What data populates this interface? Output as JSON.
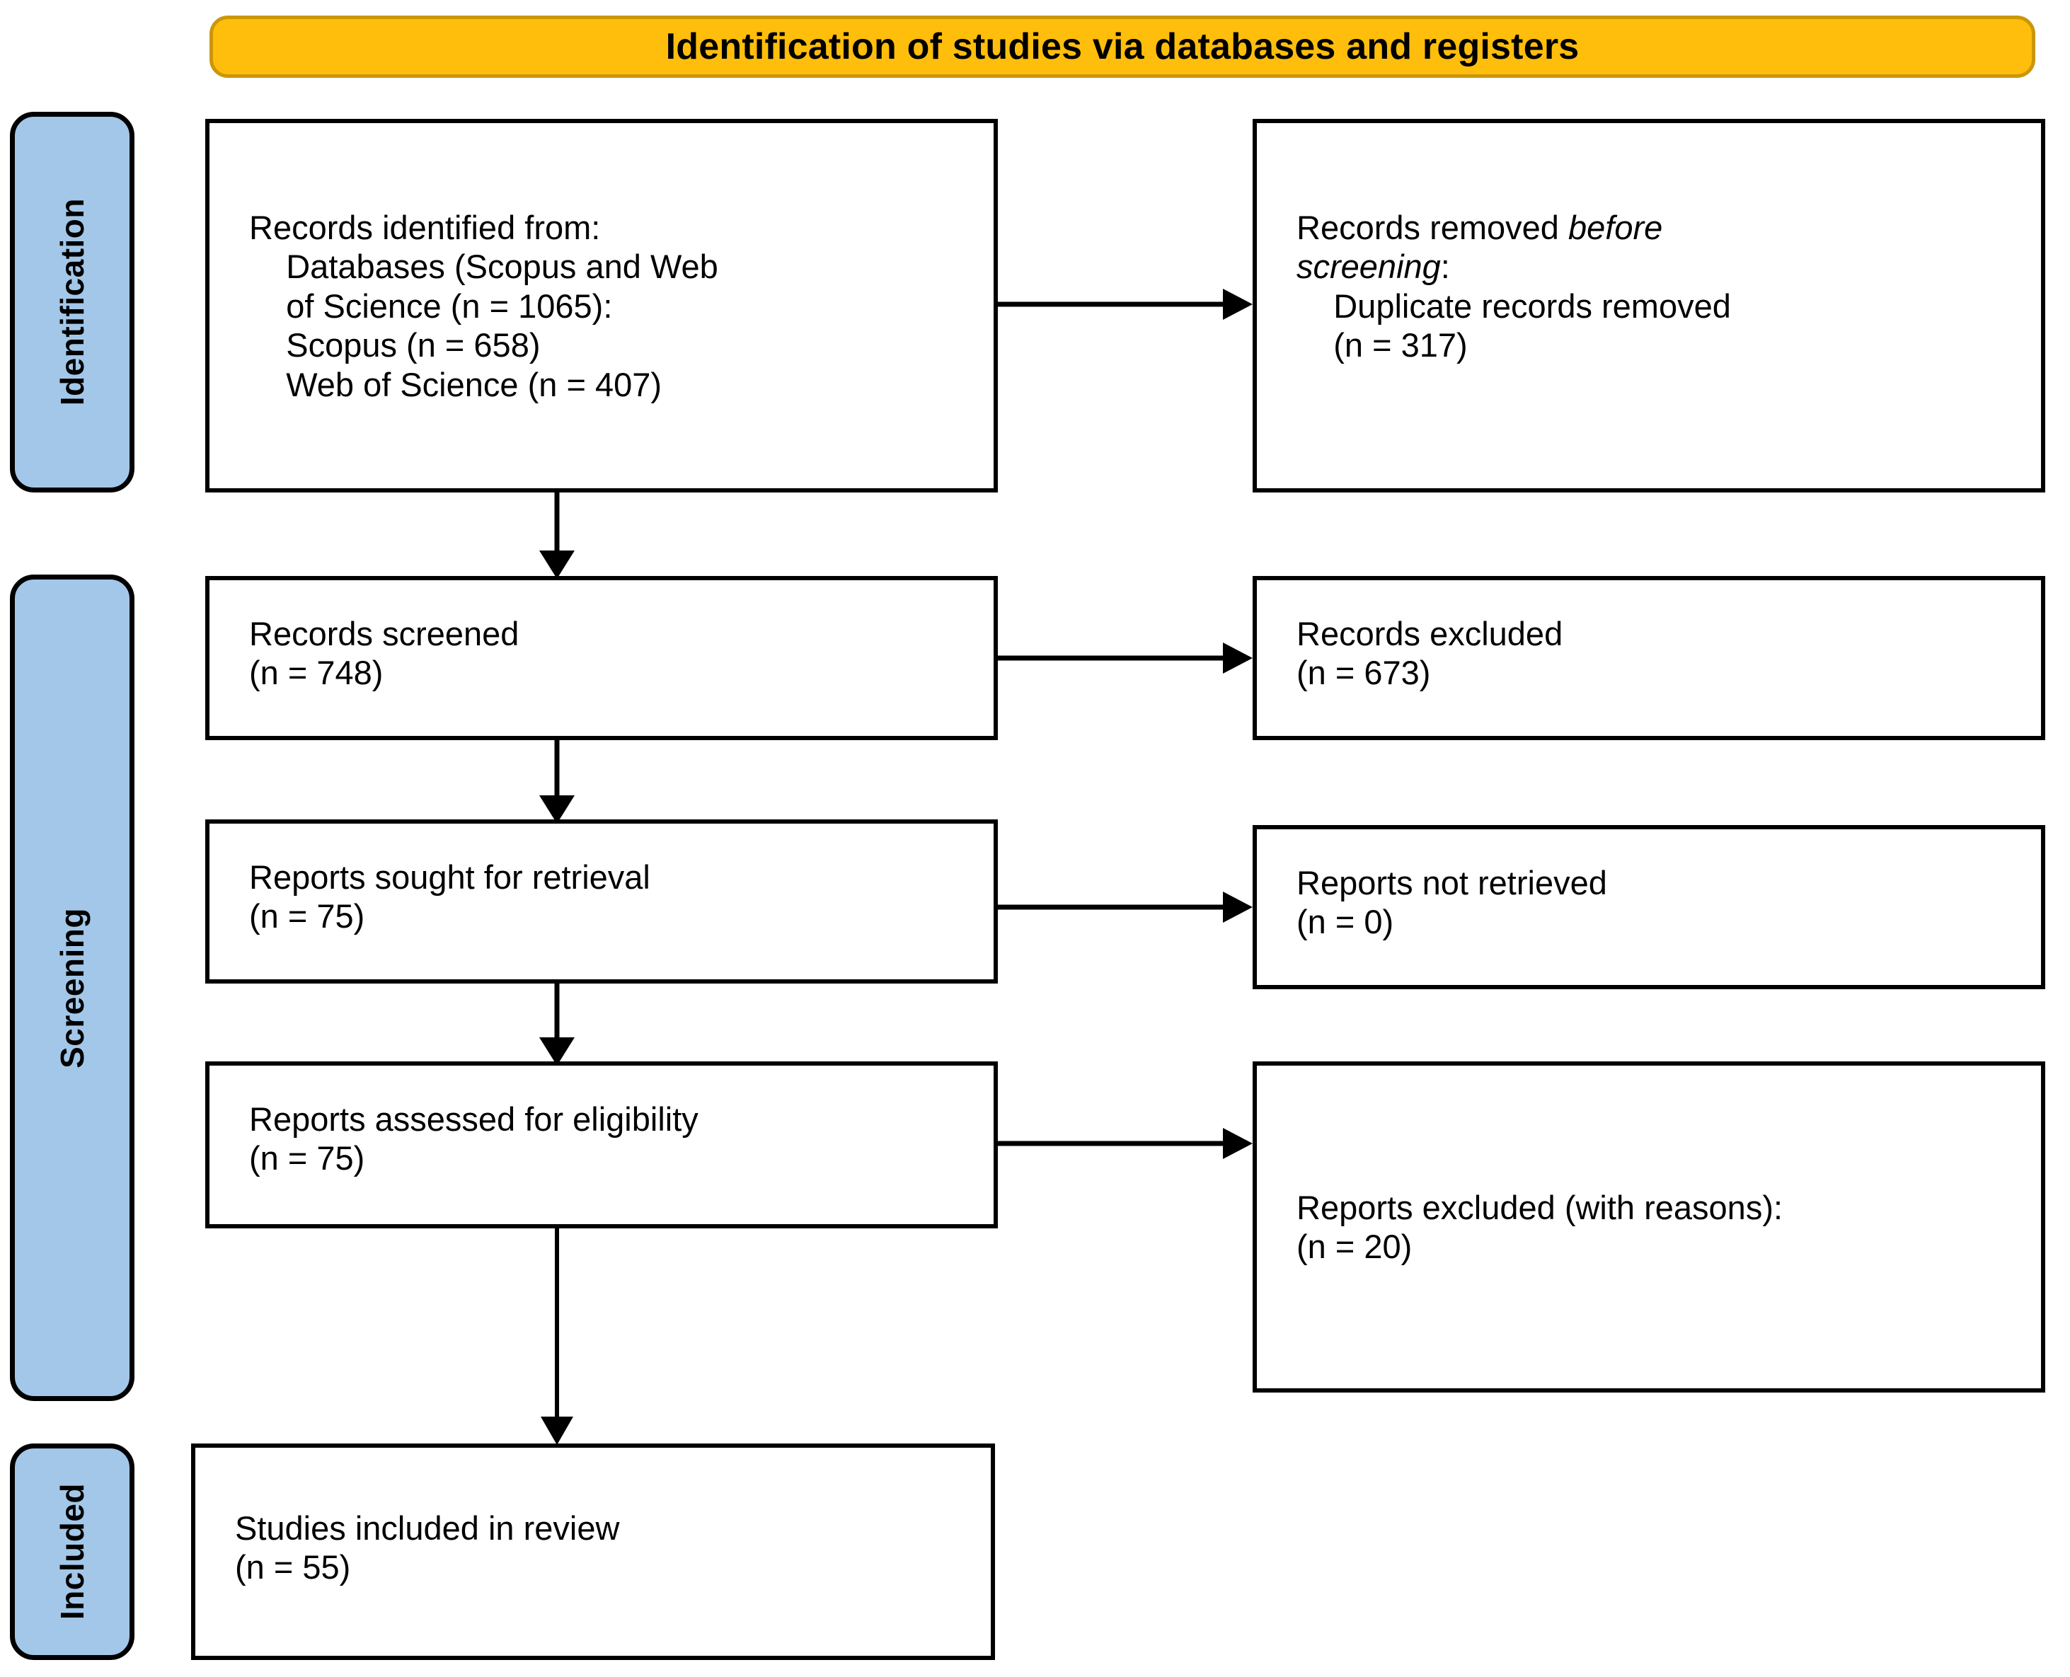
{
  "header": {
    "title": "Identification of studies via databases and registers",
    "background_color": "#FFBE0B",
    "border_color": "#CC960A"
  },
  "stages": {
    "identification": {
      "label": "Identification",
      "background_color": "#A3C7E8"
    },
    "screening": {
      "label": "Screening",
      "background_color": "#A3C7E8"
    },
    "included": {
      "label": "Included",
      "background_color": "#A3C7E8"
    }
  },
  "boxes": {
    "records_identified": {
      "line1": "Records identified from:",
      "line2": "    Databases (Scopus and Web",
      "line3": "    of Science (n = 1065):",
      "line4": "    Scopus (n = 658)",
      "line5": "    Web of Science (n = 407)"
    },
    "records_removed": {
      "line1_a": "Records removed ",
      "line1_b": "before",
      "line2_a": "screening",
      "line2_b": ":",
      "line3": "    Duplicate records removed",
      "line4": "    (n = 317)"
    },
    "records_screened": {
      "line1": "Records screened",
      "line2": "(n = 748)"
    },
    "records_excluded": {
      "line1": "Records excluded",
      "line2": "(n = 673)"
    },
    "reports_sought": {
      "line1": "Reports sought for retrieval",
      "line2": "(n = 75)"
    },
    "reports_not_retrieved": {
      "line1": "Reports not retrieved",
      "line2": "(n = 0)"
    },
    "reports_assessed": {
      "line1": "Reports assessed for eligibility",
      "line2": "(n = 75)"
    },
    "reports_excluded_reasons": {
      "line1": "Reports excluded (with reasons):",
      "line2": "(n = 20)"
    },
    "studies_included": {
      "line1": "Studies included in review",
      "line2": "(n = 55)"
    }
  },
  "chart_data": {
    "type": "diagram",
    "title": "Identification of studies via databases and registers",
    "diagram_kind": "PRISMA flow diagram",
    "stages": [
      "Identification",
      "Screening",
      "Included"
    ],
    "nodes": [
      {
        "id": "records_identified",
        "stage": "Identification",
        "column": "left",
        "label": "Records identified from: Databases (Scopus and Web of Science (n = 1065): Scopus (n = 658) Web of Science (n = 407)",
        "n": 1065
      },
      {
        "id": "records_removed",
        "stage": "Identification",
        "column": "right",
        "label": "Records removed before screening: Duplicate records removed (n = 317)",
        "n": 317
      },
      {
        "id": "records_screened",
        "stage": "Screening",
        "column": "left",
        "label": "Records screened (n = 748)",
        "n": 748
      },
      {
        "id": "records_excluded",
        "stage": "Screening",
        "column": "right",
        "label": "Records excluded (n = 673)",
        "n": 673
      },
      {
        "id": "reports_sought",
        "stage": "Screening",
        "column": "left",
        "label": "Reports sought for retrieval (n = 75)",
        "n": 75
      },
      {
        "id": "reports_not_retrieved",
        "stage": "Screening",
        "column": "right",
        "label": "Reports not retrieved (n = 0)",
        "n": 0
      },
      {
        "id": "reports_assessed",
        "stage": "Screening",
        "column": "left",
        "label": "Reports assessed for eligibility (n = 75)",
        "n": 75
      },
      {
        "id": "reports_excluded_reasons",
        "stage": "Screening",
        "column": "right",
        "label": "Reports excluded (with reasons): (n = 20)",
        "n": 20
      },
      {
        "id": "studies_included",
        "stage": "Included",
        "column": "left",
        "label": "Studies included in review (n = 55)",
        "n": 55
      }
    ],
    "edges": [
      {
        "from": "records_identified",
        "to": "records_removed",
        "direction": "right"
      },
      {
        "from": "records_identified",
        "to": "records_screened",
        "direction": "down"
      },
      {
        "from": "records_screened",
        "to": "records_excluded",
        "direction": "right"
      },
      {
        "from": "records_screened",
        "to": "reports_sought",
        "direction": "down"
      },
      {
        "from": "reports_sought",
        "to": "reports_not_retrieved",
        "direction": "right"
      },
      {
        "from": "reports_sought",
        "to": "reports_assessed",
        "direction": "down"
      },
      {
        "from": "reports_assessed",
        "to": "reports_excluded_reasons",
        "direction": "right"
      },
      {
        "from": "reports_assessed",
        "to": "studies_included",
        "direction": "down"
      }
    ]
  }
}
